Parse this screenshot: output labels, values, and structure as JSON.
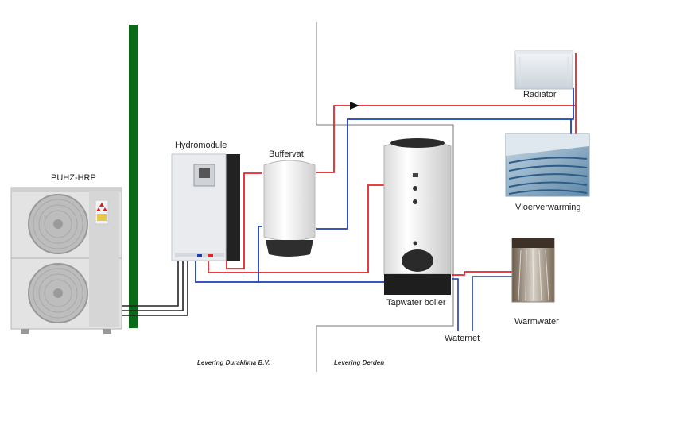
{
  "labels": {
    "outdoor_unit": "PUHZ-HRP",
    "hydromodule": "Hydromodule",
    "buffer_tank": "Buffervat",
    "radiator": "Radiator",
    "floor_heating": "Vloerverwarming",
    "tap_water_boiler": "Tapwater boiler",
    "hot_water": "Warmwater",
    "water_mains": "Waternet",
    "supply_duraklima": "Levering Duraklima B.V.",
    "supply_third_party": "Levering Derden"
  },
  "colors": {
    "supply_pipe": "#e8242a",
    "return_pipe": "#1f3fae",
    "boundary_wall": "#0a6a16",
    "divider": "#777777"
  }
}
